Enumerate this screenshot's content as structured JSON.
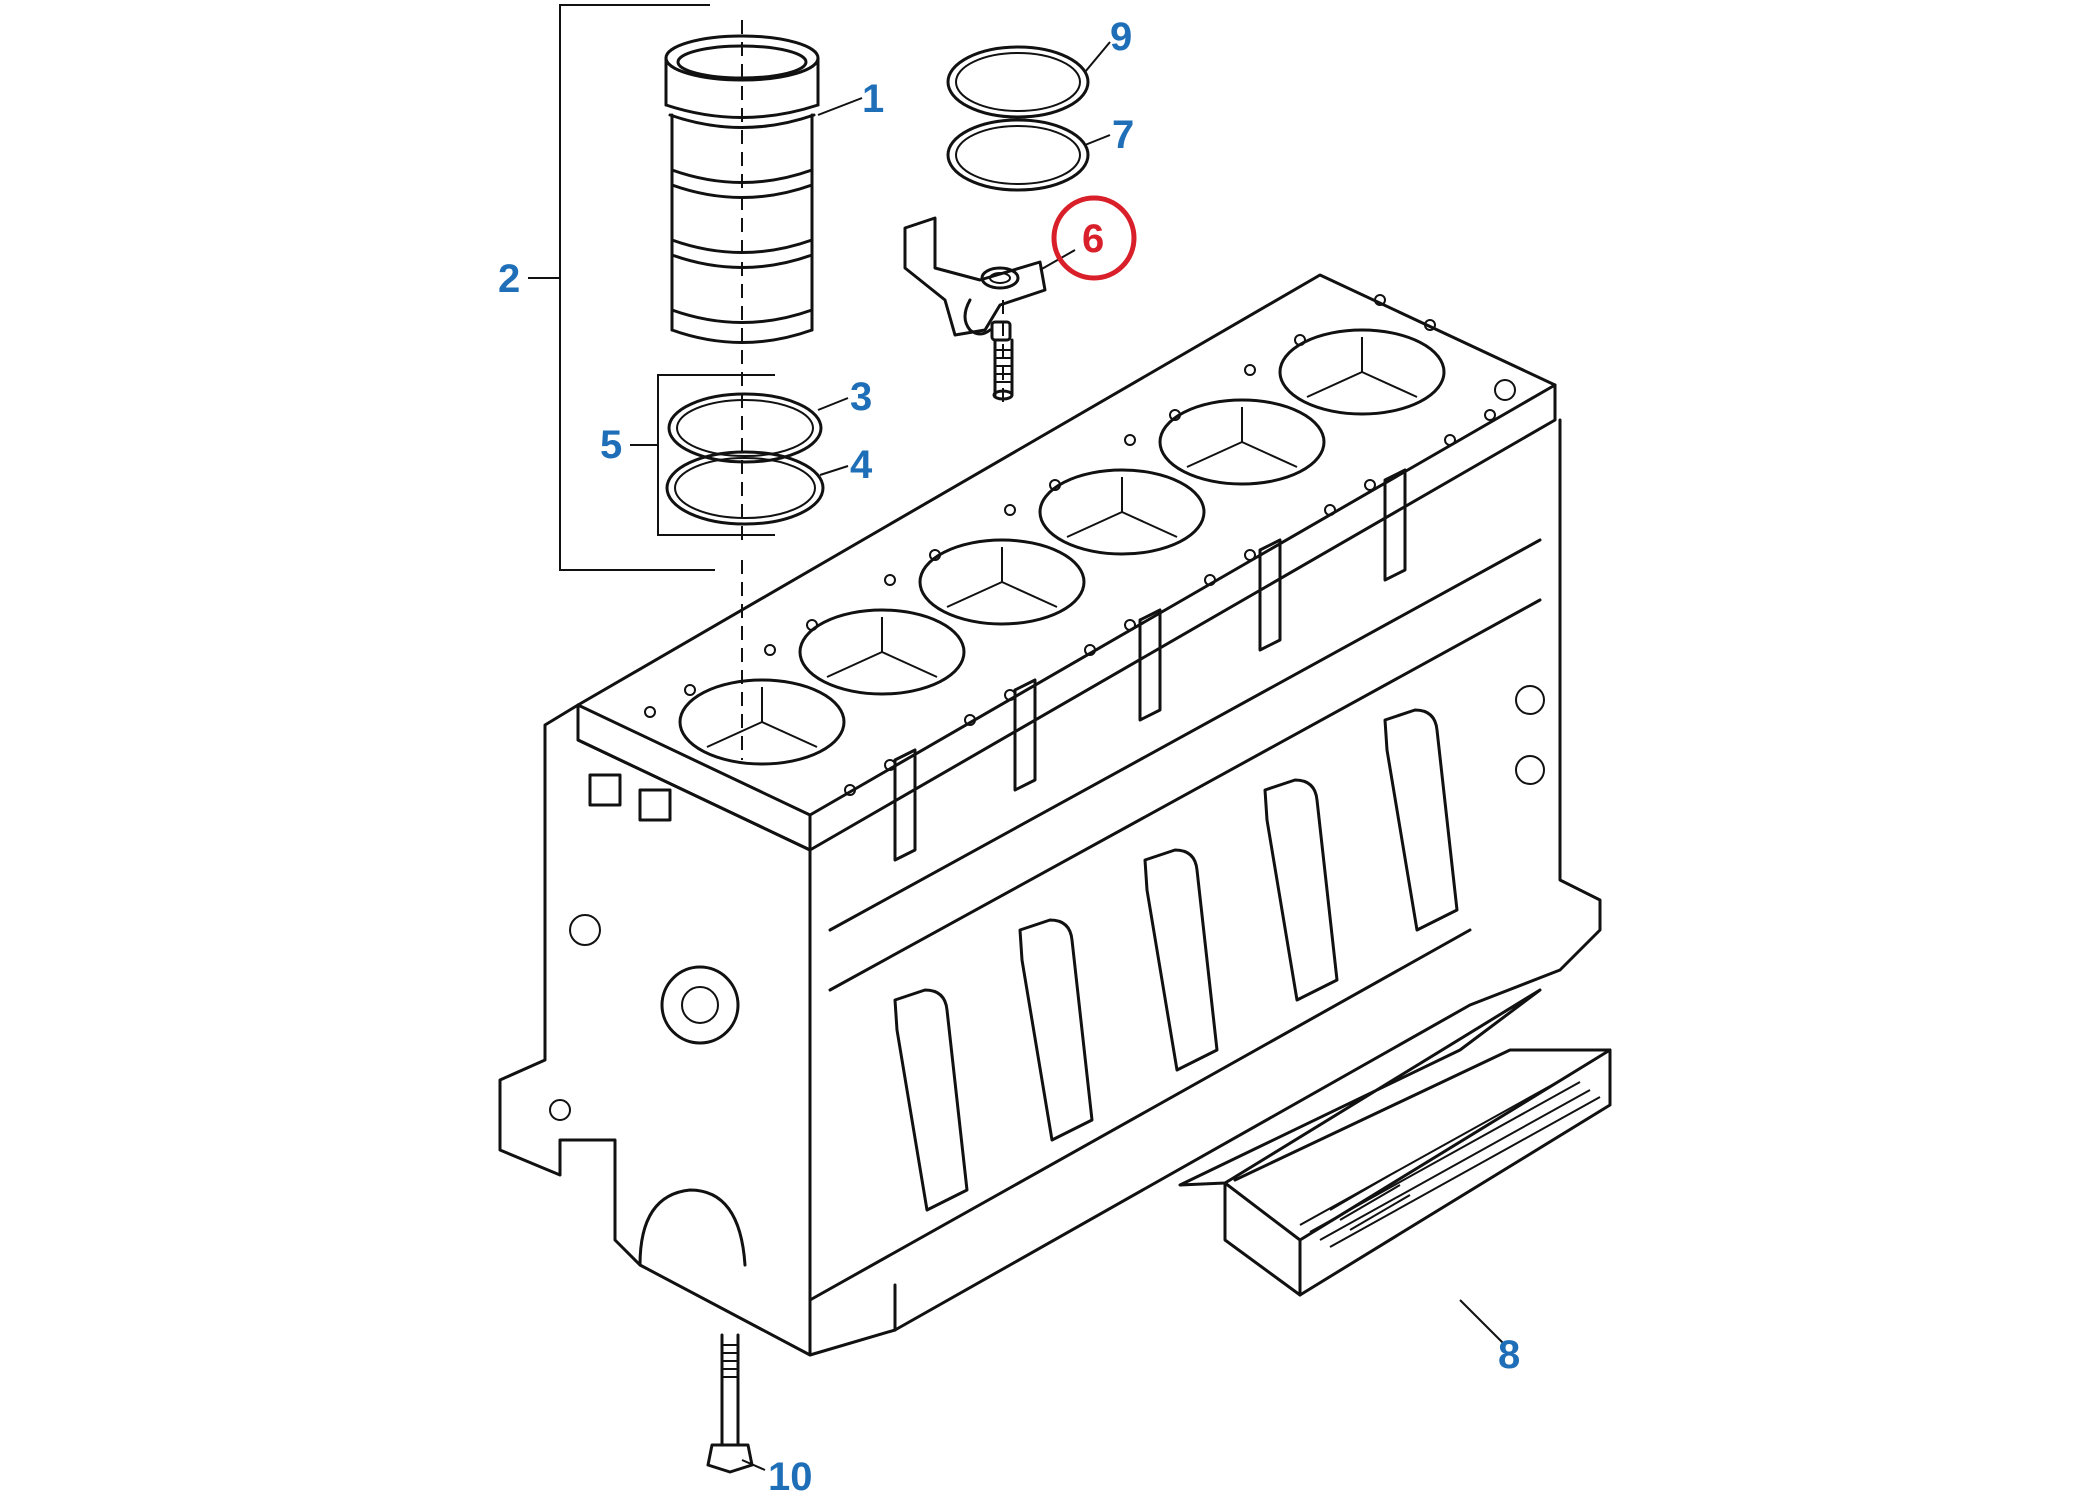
{
  "colors": {
    "callout": "#1f6fb8",
    "highlight": "#d81f2a",
    "line": "#111111"
  },
  "callouts": {
    "c1": "1",
    "c2": "2",
    "c3": "3",
    "c4": "4",
    "c5": "5",
    "c6": "6",
    "c7": "7",
    "c8": "8",
    "c9": "9",
    "c10": "10"
  },
  "highlighted_callout": "6"
}
